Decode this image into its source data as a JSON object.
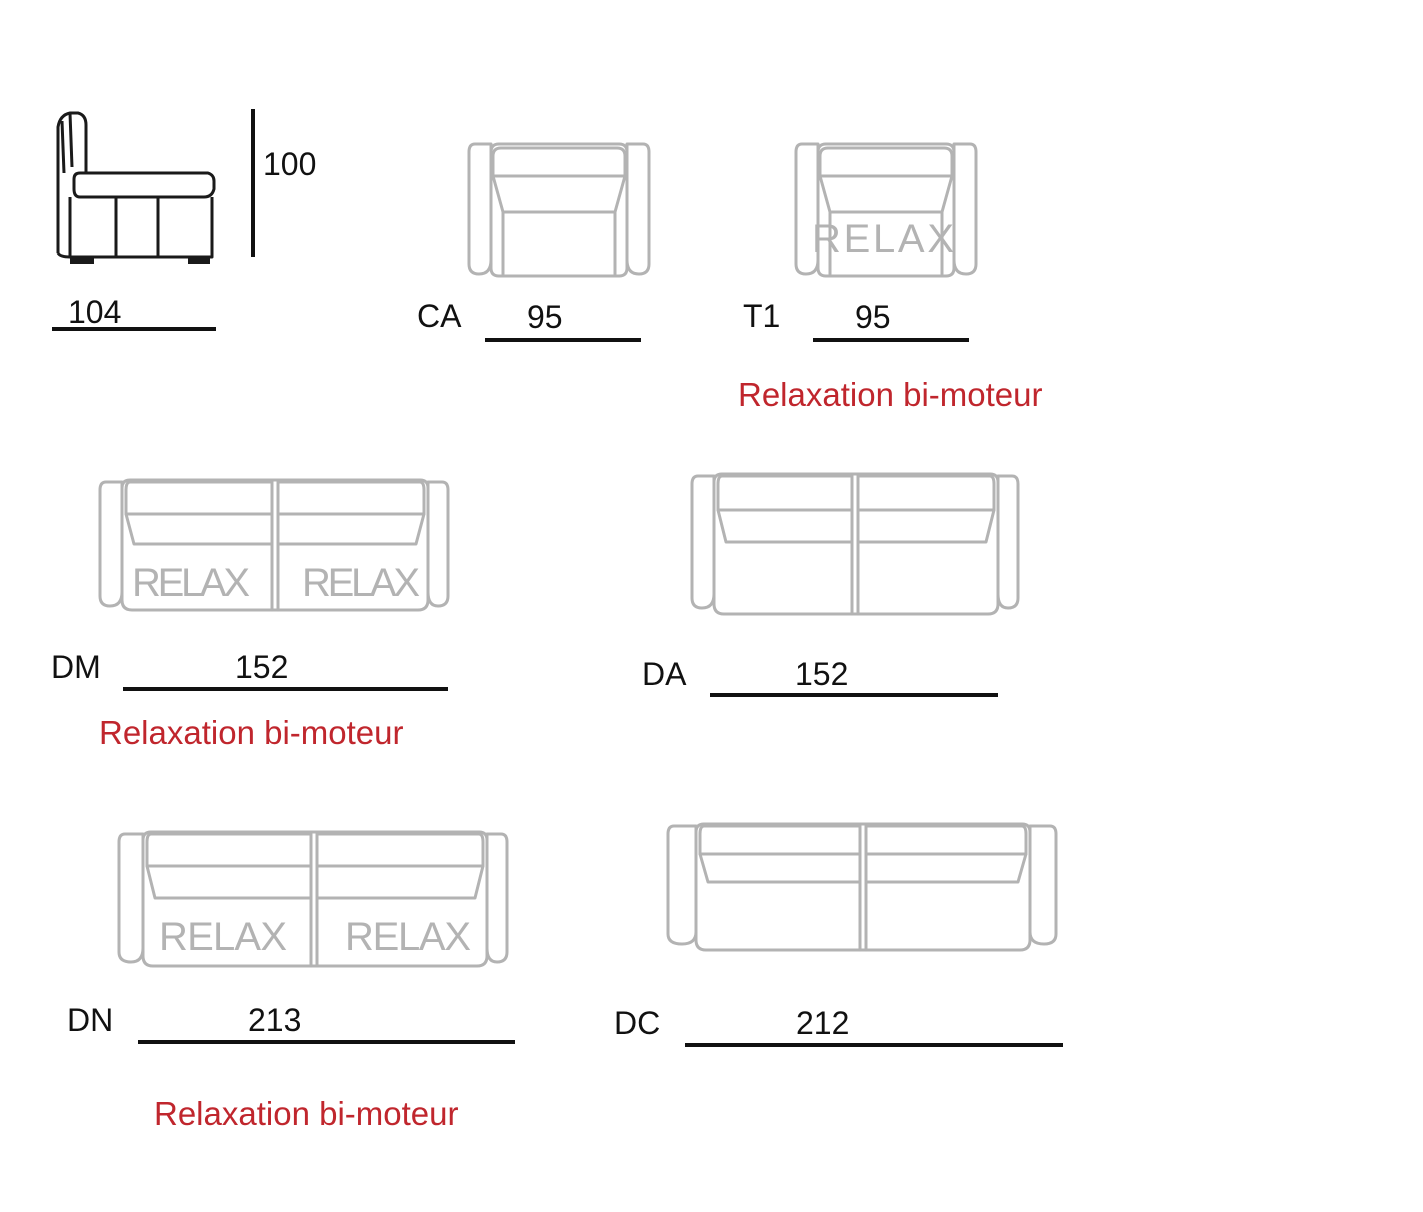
{
  "colors": {
    "line": "#111111",
    "sketch": "#b3b3b3",
    "note": "#c0262d"
  },
  "side_view": {
    "icon": "armchair-side-view-icon",
    "height": "100",
    "depth": "104"
  },
  "items": [
    {
      "code": "CA",
      "width": "95",
      "relax_labels": [],
      "note": ""
    },
    {
      "code": "T1",
      "width": "95",
      "relax_labels": [
        "RELAX"
      ],
      "note": "Relaxation bi-moteur"
    },
    {
      "code": "DM",
      "width": "152",
      "relax_labels": [
        "RELAX",
        "RELAX"
      ],
      "note": "Relaxation bi-moteur"
    },
    {
      "code": "DA",
      "width": "152",
      "relax_labels": [],
      "note": ""
    },
    {
      "code": "DN",
      "width": "213",
      "relax_labels": [
        "RELAX",
        "RELAX"
      ],
      "note": "Relaxation bi-moteur"
    },
    {
      "code": "DC",
      "width": "212",
      "relax_labels": [],
      "note": ""
    }
  ]
}
